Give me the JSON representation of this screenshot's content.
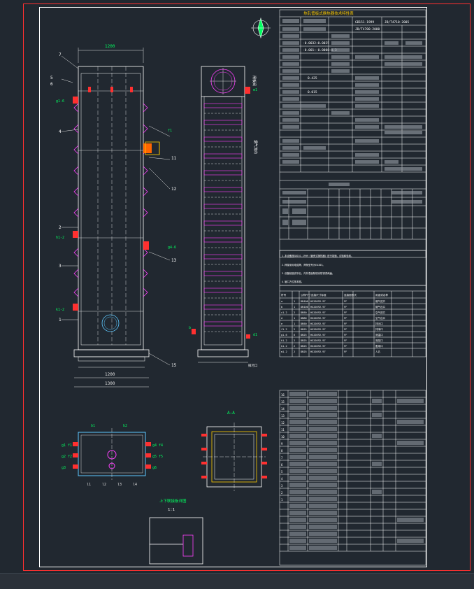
{
  "drawing": {
    "title_block_title": "热轧管板式换热器技术特性表",
    "spec_header": [
      "GB151-1999",
      "JB/T4710-2005",
      "JB/T4700-2000"
    ],
    "design_values": [
      "-0.0032~0.0025",
      "-0.001~-0.0008~0.3",
      "0.425",
      "0.015"
    ],
    "section_a_label": "A—A",
    "detail_scale": "1:1",
    "detail_title": "上下联接板详图",
    "view_labels": [
      "a",
      "b",
      "c",
      "d",
      "e",
      "f"
    ],
    "nozzle_labels": [
      "b1",
      "b2",
      "h1",
      "h2"
    ],
    "nozzle_numbers": [
      "1",
      "2",
      "3",
      "4",
      "5",
      "6",
      "7",
      "8",
      "9",
      "10",
      "11",
      "12",
      "13",
      "14",
      "15",
      "16"
    ],
    "nozzle_table_header": [
      "符号",
      "公称尺寸",
      "连接尺寸标准",
      "连接面形式",
      "用途或名称"
    ],
    "nozzle_table_rows": [
      [
        "a",
        "1",
        "DN100",
        "HG20592-97",
        "FF",
        "烟气进口"
      ],
      [
        "b",
        "1",
        "DN100",
        "HG20592-97",
        "FF",
        "烟气出口"
      ],
      [
        "c1-2",
        "2",
        "DN50",
        "HG20592-97",
        "FF",
        "空气进口"
      ],
      [
        "d",
        "1",
        "DN80",
        "HG20592-97",
        "FF",
        "空气出口"
      ],
      [
        "e",
        "1",
        "DN50",
        "HG20592-97",
        "FF",
        "排污口"
      ],
      [
        "f1-2",
        "2",
        "DN25",
        "HG20592-97",
        "FF",
        "排净口"
      ],
      [
        "g1-6",
        "6",
        "DN25",
        "HG20592-97",
        "FF",
        "测温口"
      ],
      [
        "h1-2",
        "2",
        "DN25",
        "HG20592-97",
        "FF",
        "测压口"
      ],
      [
        "k1-2",
        "2",
        "DN25",
        "HG20592-97",
        "FF",
        "备用口"
      ],
      [
        "m1-2",
        "2",
        "DN25",
        "HG20592-97",
        "FF",
        "人孔"
      ]
    ],
    "notes": [
      "1.本设备按GB151-1999《管壳式换热器》进行制造、试验和验收。",
      "2.焊接采用电弧焊，焊条型号为E4303。",
      "3.设备制造完毕后，内外表面除锈涂防锈漆两遍。",
      "4.管口方位按本图。"
    ]
  }
}
